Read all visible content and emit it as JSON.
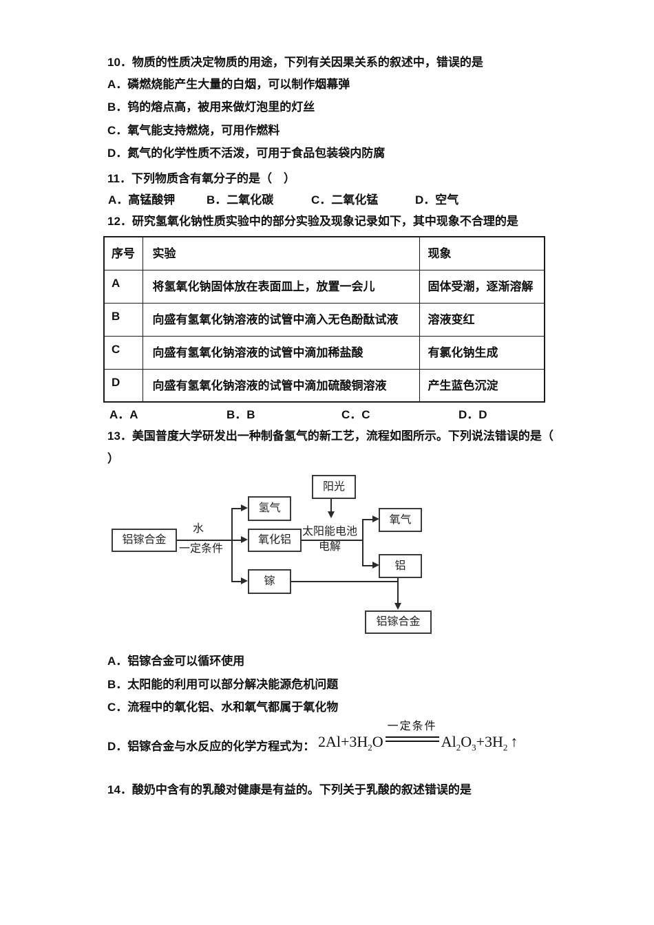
{
  "q10": {
    "stem": "10．物质的性质决定物质的用途，下列有关因果关系的叙述中，错误的是",
    "options": [
      "A．磷燃烧能产生大量的白烟，可以制作烟幕弹",
      "B．钨的熔点高，被用来做灯泡里的灯丝",
      "C．氧气能支持燃烧，可用作燃料",
      "D．氮气的化学性质不活泼，可用于食品包装袋内防腐"
    ]
  },
  "q11": {
    "stem": "11．下列物质含有氧分子的是（　）",
    "options": [
      "A．高锰酸钾",
      "B．二氧化碳",
      "C．二氧化锰",
      "D．空气"
    ]
  },
  "q12": {
    "stem": "12．研究氢氧化钠性质实验中的部分实验及现象记录如下，其中现象不合理的是",
    "table": {
      "headers": [
        "序号",
        "实验",
        "现象"
      ],
      "rows": [
        [
          "A",
          "将氢氧化钠固体放在表面皿上，放置一会儿",
          "固体受潮，逐渐溶解"
        ],
        [
          "B",
          "向盛有氢氧化钠溶液的试管中滴入无色酚酞试液",
          "溶液变红"
        ],
        [
          "C",
          "向盛有氢氧化钠溶液的试管中滴加稀盐酸",
          "有氯化钠生成"
        ],
        [
          "D",
          "向盛有氢氧化钠溶液的试管中滴加硫酸铜溶液",
          "产生蓝色沉淀"
        ]
      ]
    },
    "answers": [
      "A．A",
      "B．B",
      "C．C",
      "D．D"
    ]
  },
  "q13": {
    "stem_line1": "13．美国普度大学研发出一种制备氢气的新工艺，流程如图所示。下列说法错误的是（",
    "stem_line2": "）",
    "diagram": {
      "nodes": [
        {
          "id": "alloy-left",
          "label": "铝镓合金"
        },
        {
          "id": "hydrogen",
          "label": "氢气"
        },
        {
          "id": "alumina",
          "label": "氧化铝"
        },
        {
          "id": "gallium",
          "label": "镓"
        },
        {
          "id": "sunlight",
          "label": "阳光"
        },
        {
          "id": "oxygen",
          "label": "氧气"
        },
        {
          "id": "aluminum",
          "label": "铝"
        },
        {
          "id": "alloy-bottom",
          "label": "铝镓合金"
        }
      ],
      "edge_labels": {
        "water": "水",
        "condition": "一定条件",
        "solar": "太阳能电池",
        "electrolysis": "电解"
      }
    },
    "options": [
      "A．铝镓合金可以循环使用",
      "B．太阳能的利用可以部分解决能源危机问题",
      "C．流程中的氧化铝、水和氧气都属于氧化物",
      "D．铝镓合金与水反应的化学方程式为："
    ],
    "equation": {
      "lhs_main": "2Al+3H",
      "lhs_sub": "2",
      "lhs_tail": "O",
      "condition": "一定条件",
      "rhs_p1": "Al",
      "rhs_s1": "2",
      "rhs_p2": "O",
      "rhs_s2": "3",
      "rhs_p3": "+3H",
      "rhs_s3": "2",
      "rhs_tail": "↑"
    }
  },
  "q14": {
    "stem": "14．酸奶中含有的乳酸对健康是有益的。下列关于乳酸的叙述错误的是"
  }
}
